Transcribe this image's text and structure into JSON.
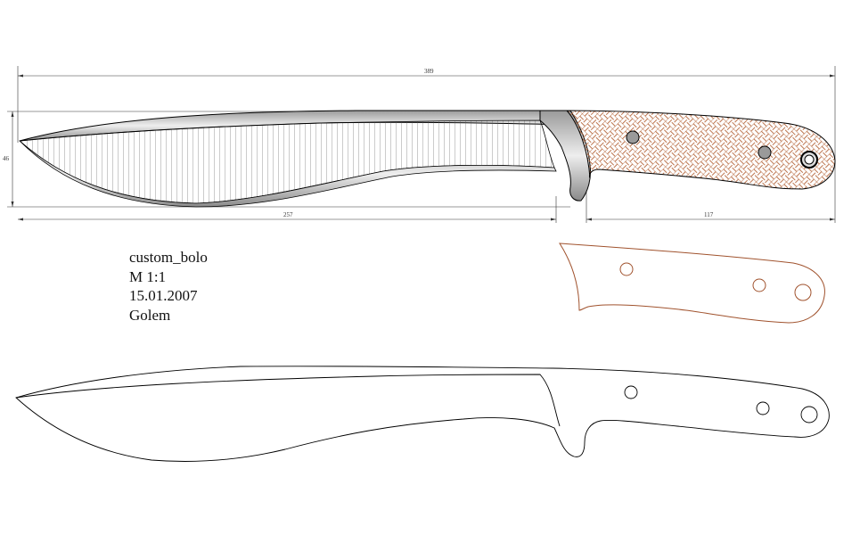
{
  "drawing": {
    "dimensions": {
      "overall_length": "389",
      "blade_length": "257",
      "handle_length": "117",
      "blade_height": "46"
    },
    "title_block": {
      "name": "custom_bolo",
      "scale": "M 1:1",
      "date": "15.01.2007",
      "author": "Golem"
    },
    "colors": {
      "outline": "#000000",
      "handle_pattern": "#b5653a",
      "handle_outline": "#a0522d",
      "blade_fill": "#d8d8d8",
      "pin": "#9a9a9a"
    },
    "icons": [
      "pin-hole",
      "lanyard-tube"
    ]
  }
}
